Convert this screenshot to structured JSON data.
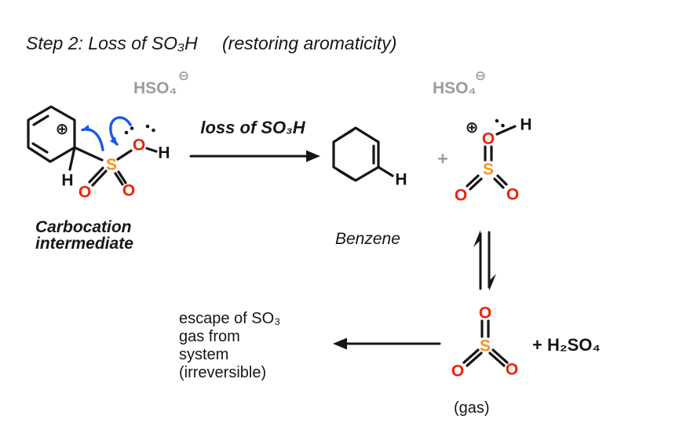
{
  "title": {
    "step": "Step 2: Loss of SO₃H",
    "note": "(restoring aromaticity)"
  },
  "reaction": {
    "arrow_label": "loss of SO₃H",
    "plus": "+"
  },
  "species": {
    "hso4_formula": "HSO₄",
    "hso4_charge": "⊖",
    "carbocation_label_line1": "Carbocation",
    "carbocation_label_line2": "intermediate",
    "benzene_label": "Benzene",
    "gas_label": "(gas)",
    "h2so4_label": "+ H₂SO₄"
  },
  "escape_note": {
    "line1": "escape of SO₃",
    "line2": "gas from",
    "line3": "system",
    "line4": "(irreversible)"
  },
  "atoms": {
    "sulfur": "S",
    "oxygen": "O",
    "hydrogen": "H",
    "plus_charge": "⊕"
  },
  "colors": {
    "sulfur_orange": "#F6921E",
    "oxygen_red": "#EE2200",
    "arrow_blue": "#1B57E8",
    "muted_gray": "#9B9B9B",
    "ink_black": "#161616"
  }
}
